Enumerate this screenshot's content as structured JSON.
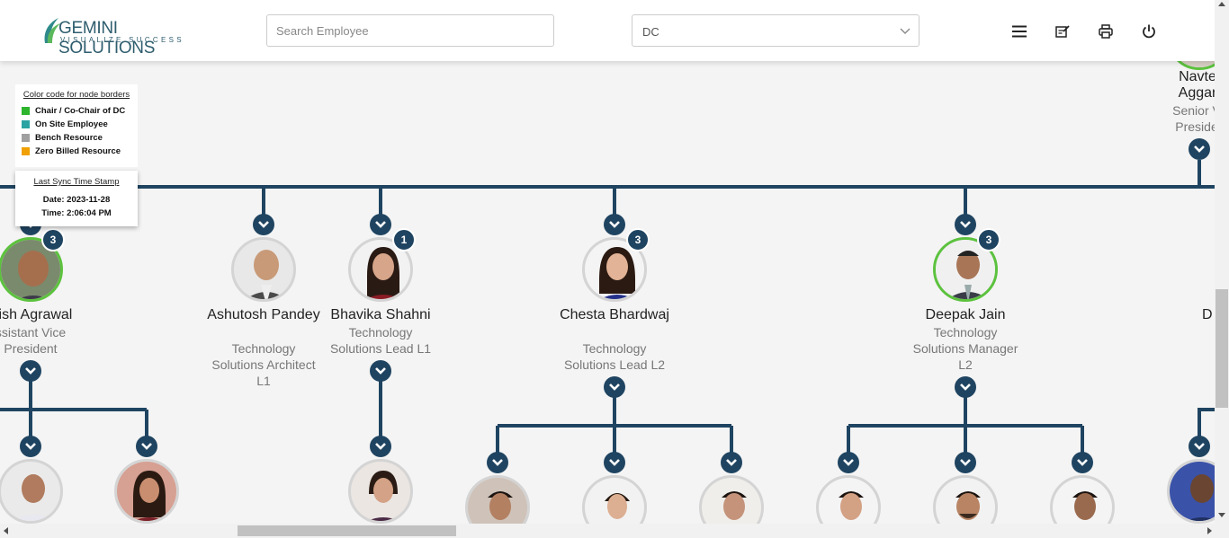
{
  "header": {
    "logo_name": "GEMINI SOLUTIONS",
    "logo_tagline": "VISUALIZE SUCCESS",
    "search_placeholder": "Search Employee",
    "dept_value": "DC",
    "icons": [
      "menu-icon",
      "edit-note-icon",
      "print-icon",
      "power-icon"
    ]
  },
  "legend": {
    "title": "Color code for node borders",
    "items": [
      {
        "label": "Chair / Co-Chair of DC",
        "color": "#2db52d"
      },
      {
        "label": "On Site Employee",
        "color": "#2ba3a3"
      },
      {
        "label": "Bench Resource",
        "color": "#a0a0a0"
      },
      {
        "label": "Zero Billed Resource",
        "color": "#f0a000"
      }
    ]
  },
  "sync": {
    "title": "Last Sync Time Stamp",
    "date": "Date: 2023-11-28",
    "time": "Time: 2:06:04 PM"
  },
  "colors": {
    "connector": "#1f4461",
    "chair_border": "#5cc23e"
  },
  "nodes": [
    {
      "name": "nish Agrawal",
      "title": "ssistant Vice President",
      "count": "3"
    },
    {
      "name": "Ashutosh Pandey",
      "title": "Technology Solutions Architect L1",
      "count": ""
    },
    {
      "name": "Bhavika Shahni",
      "title": "Technology Solutions Lead L1",
      "count": "1"
    },
    {
      "name": "Chesta Bhardwaj",
      "title": "Technology Solutions Lead L2",
      "count": "3"
    },
    {
      "name": "Deepak Jain",
      "title": "Technology Solutions Manager L2",
      "count": "3"
    },
    {
      "name": "Navtes Aggarv",
      "title": "Senior V Preside",
      "count": ""
    },
    {
      "name": "D",
      "title": "",
      "count": ""
    }
  ]
}
